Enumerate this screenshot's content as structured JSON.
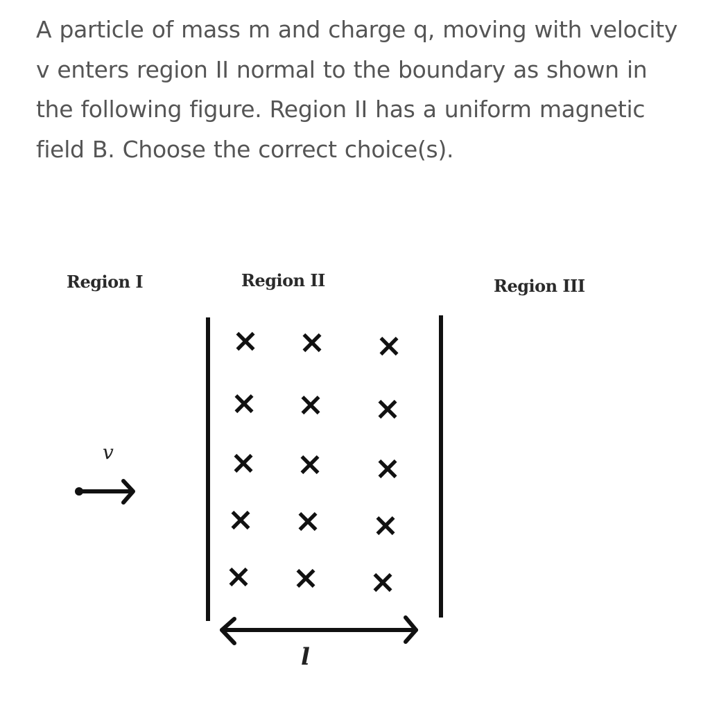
{
  "question": {
    "text": "A particle of mass m and charge q, moving with velocity v enters region II normal to the boundary as shown in the following figure. Region II has a uniform magnetic field B. Choose the correct choice(s)."
  },
  "figure": {
    "regions": [
      {
        "label": "Region I"
      },
      {
        "label": "Region II"
      },
      {
        "label": "Region III"
      }
    ],
    "velocity_label": "v",
    "width_label": "l",
    "field_symbol": "×",
    "field_grid": {
      "rows": 5,
      "cols": 3,
      "symbols": [
        [
          "×",
          "×",
          "×"
        ],
        [
          "×",
          "×",
          "×"
        ],
        [
          "×",
          "×",
          "×"
        ],
        [
          "×",
          "×",
          "×"
        ],
        [
          "×",
          "×",
          "×"
        ]
      ]
    },
    "colors": {
      "text": "#555555",
      "ink": "#111111"
    }
  }
}
